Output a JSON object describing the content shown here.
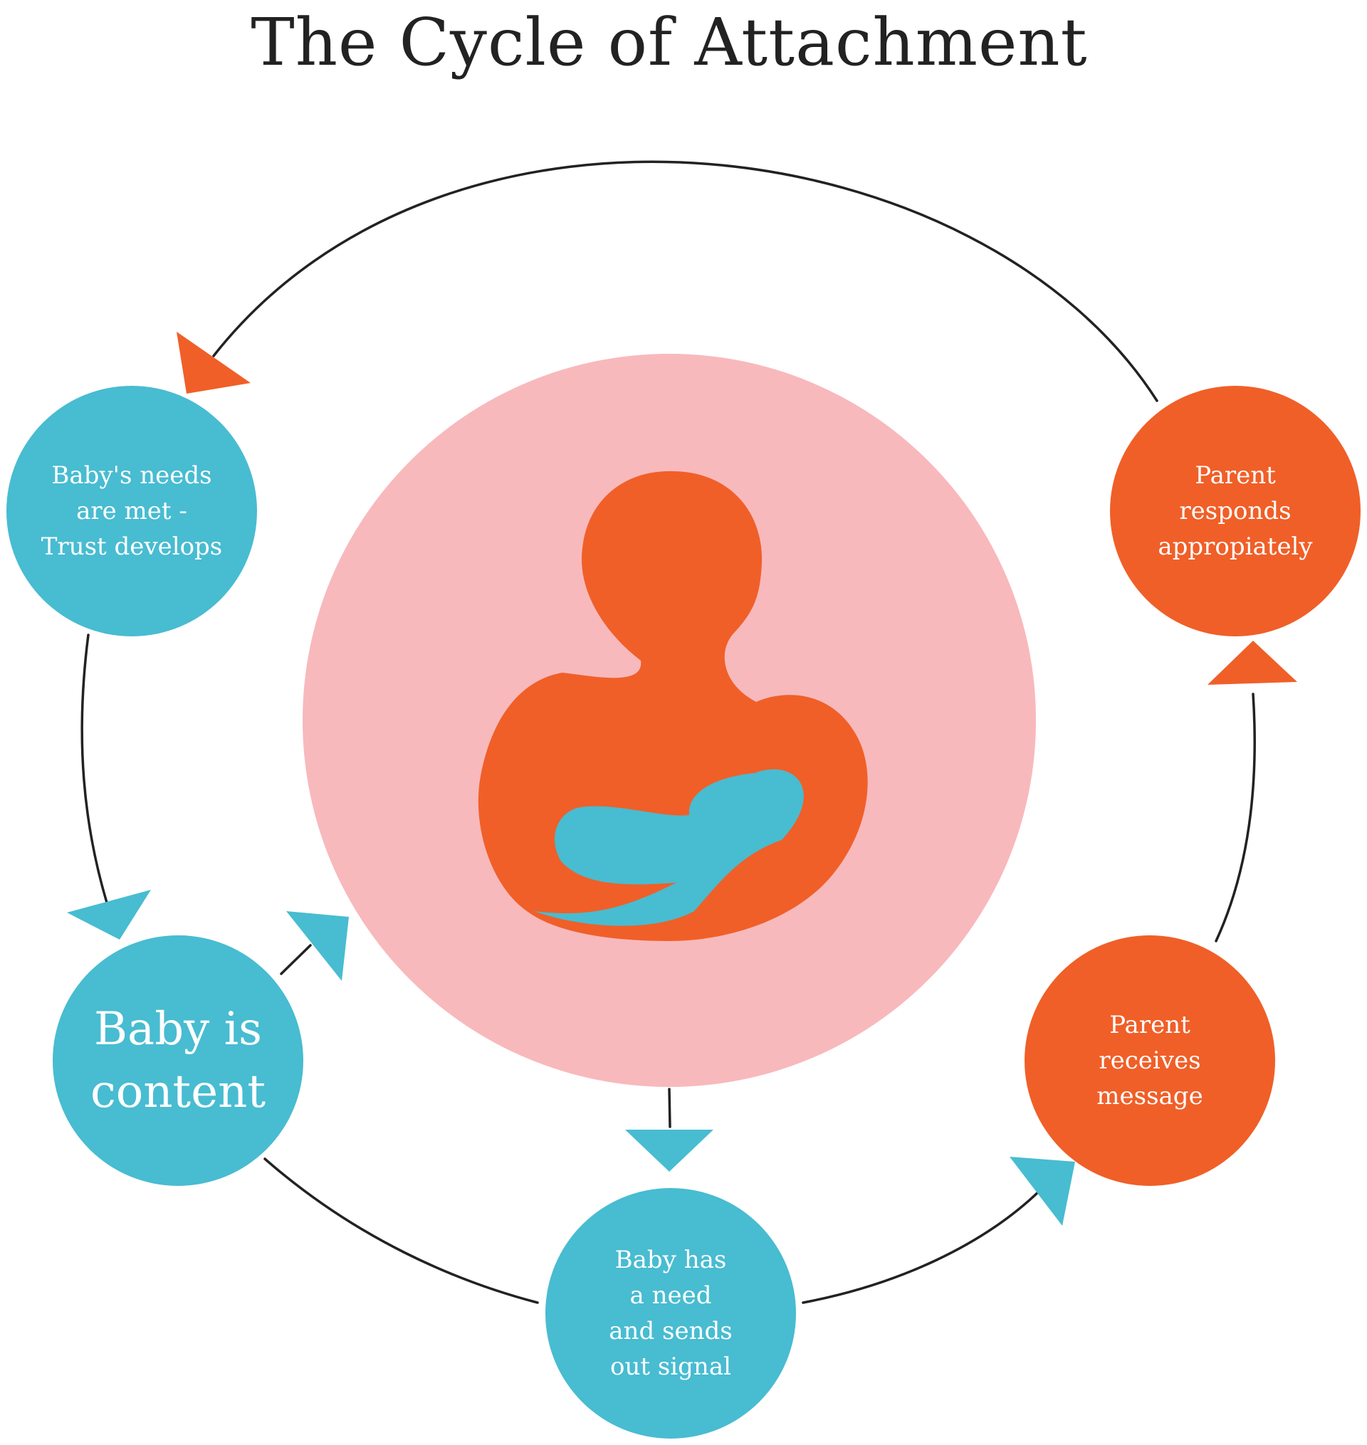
{
  "title": "The Cycle of Attachment",
  "colors": {
    "teal": "#48BCD1",
    "orange": "#F05F28",
    "pink": "#F8B9BC",
    "line": "#222222",
    "text": "#FFFFFF"
  },
  "nodes": {
    "needs_met": {
      "label": "Baby's needs\nare met -\nTrust develops",
      "color": "teal"
    },
    "content": {
      "label": "Baby is\ncontent",
      "color": "teal"
    },
    "has_need": {
      "label": "Baby has\na need\nand sends\nout signal",
      "color": "teal"
    },
    "receives": {
      "label": "Parent\nreceives\nmessage",
      "color": "orange"
    },
    "responds": {
      "label": "Parent\nresponds\nappropiately",
      "color": "orange"
    }
  },
  "center_icon": "parent-holding-baby-icon"
}
